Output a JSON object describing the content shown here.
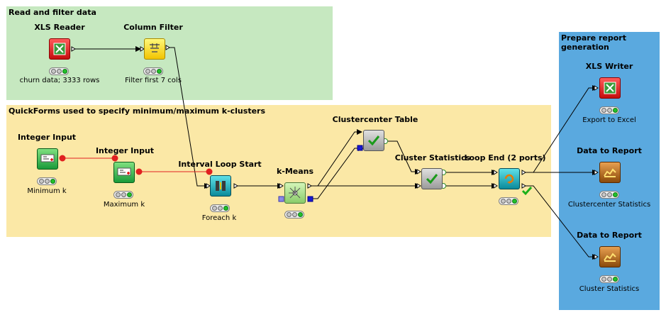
{
  "annotations": {
    "read": {
      "title": "Read and filter data",
      "color": "#c6e8c0"
    },
    "quickforms": {
      "title": "QuickForms used to specify minimum/maximum k-clusters",
      "color": "#fbe8a6"
    },
    "report": {
      "title": "Prepare report generation",
      "color": "#5aa9df"
    }
  },
  "nodes": {
    "xls_reader": {
      "title": "XLS Reader",
      "label": "churn data; 3333 rows",
      "icon": "excel-icon"
    },
    "column_filter": {
      "title": "Column Filter",
      "label": "Filter first 7 cols",
      "icon": "filter-icon"
    },
    "integer_input_min": {
      "title": "Integer Input",
      "label": "Minimum k",
      "icon": "quickform-icon"
    },
    "integer_input_max": {
      "title": "Integer Input",
      "label": "Maximum k",
      "icon": "quickform-icon"
    },
    "interval_loop_start": {
      "title": "Interval Loop Start",
      "label": "Foreach k",
      "icon": "loop-start-icon"
    },
    "kmeans": {
      "title": "k-Means",
      "label": "",
      "icon": "kmeans-icon"
    },
    "clustercenter_table": {
      "title": "Clustercenter Table",
      "label": "",
      "icon": "checkmark-icon"
    },
    "cluster_statistics": {
      "title": "Cluster Statistics",
      "label": "",
      "icon": "checkmark-icon"
    },
    "loop_end": {
      "title": "Loop End (2 ports)",
      "label": "",
      "icon": "loop-end-icon"
    },
    "xls_writer": {
      "title": "XLS Writer",
      "label": "Export to Excel",
      "icon": "excel-icon"
    },
    "data_to_report_1": {
      "title": "Data to Report",
      "label": "Clustercenter Statistics",
      "icon": "report-icon"
    },
    "data_to_report_2": {
      "title": "Data to Report",
      "label": "Cluster Statistics",
      "icon": "report-icon"
    }
  },
  "colors": {
    "wire": "#000000",
    "flow_variable": "#e02020",
    "status_green": "#22c02a"
  }
}
